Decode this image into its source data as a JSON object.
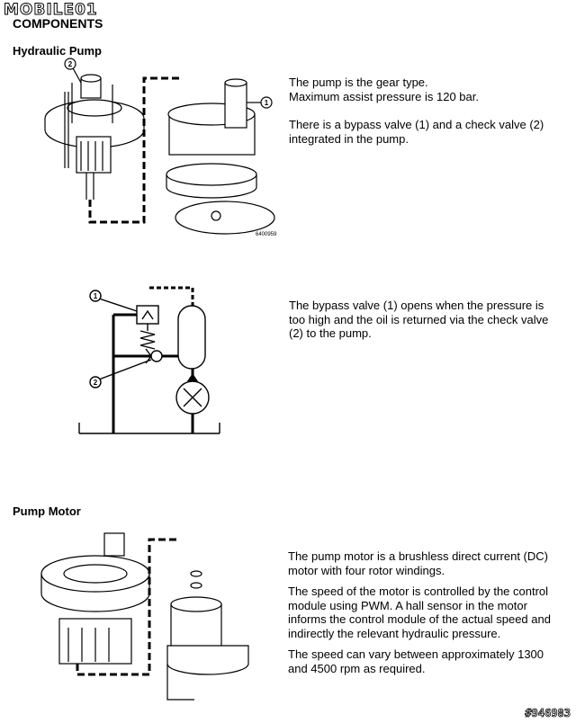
{
  "header": {
    "logo_text": "MOBILE01",
    "section_title": "COMPONENTS"
  },
  "hydraulic_pump": {
    "heading": "Hydraulic Pump",
    "figure_code": "6400959",
    "callouts": [
      "1",
      "2"
    ],
    "para1_line1": "The pump is the gear type.",
    "para1_line2": "Maximum assist pressure is 120 bar.",
    "para2_line1": "There is a bypass valve (1) and a check valve (2)",
    "para2_line2": "integrated in the pump."
  },
  "bypass": {
    "callouts": [
      "1",
      "2"
    ],
    "para_line1": "The bypass valve (1) opens when the pressure is",
    "para_line2": "too high and the oil is returned via the check valve",
    "para_line3": "(2) to the pump."
  },
  "pump_motor": {
    "heading": "Pump Motor",
    "para1_line1": "The pump motor is a brushless direct current (DC)",
    "para1_line2": "motor with four rotor windings.",
    "para2_line1": "The speed of the motor is controlled by the control",
    "para2_line2": "module using PWM. A hall sensor in the motor",
    "para2_line3": "informs the control module of the actual speed and",
    "para2_line4": "indirectly the relevant hydraulic pressure.",
    "para3_line1": "The speed can vary between approximately 1300",
    "para3_line2": "and 4500 rpm as required."
  },
  "watermark": "#946983"
}
